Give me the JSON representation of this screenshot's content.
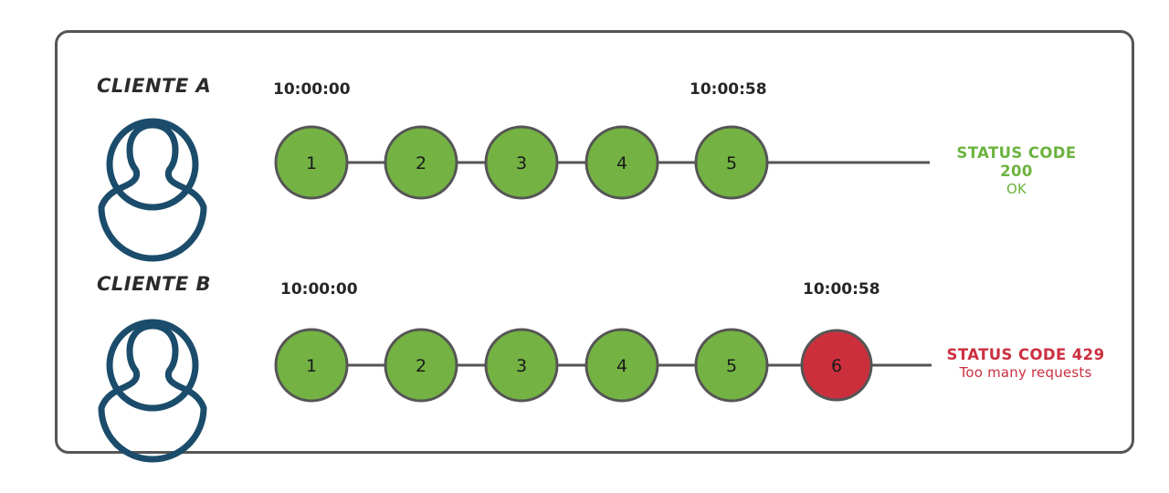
{
  "diagram": {
    "title_semantic": "rate-limit-429-timeline",
    "frame": {
      "border_color": "#555555"
    },
    "palette": {
      "node_ok_fill": "#74b343",
      "node_error_fill": "#cc2f3c",
      "node_stroke": "#555555",
      "connector": "#555555",
      "avatar": "#1b4c6b",
      "status_ok_text": "#6cb33f",
      "status_error_text": "#cc2f40",
      "label_text": "#2b2b2b"
    },
    "rows": [
      {
        "id": "client-a",
        "label": "CLIENTE A",
        "avatar_icon": "user-avatar-icon",
        "time_start": "10:00:00",
        "time_end": "10:00:58",
        "requests": [
          {
            "n": "1",
            "state": "ok"
          },
          {
            "n": "2",
            "state": "ok"
          },
          {
            "n": "3",
            "state": "ok"
          },
          {
            "n": "4",
            "state": "ok"
          },
          {
            "n": "5",
            "state": "ok"
          }
        ],
        "status": {
          "code": "STATUS CODE 200",
          "message": "OK",
          "state": "ok"
        }
      },
      {
        "id": "client-b",
        "label": "CLIENTE B",
        "avatar_icon": "user-avatar-icon",
        "time_start": "10:00:00",
        "time_end": "10:00:58",
        "requests": [
          {
            "n": "1",
            "state": "ok"
          },
          {
            "n": "2",
            "state": "ok"
          },
          {
            "n": "3",
            "state": "ok"
          },
          {
            "n": "4",
            "state": "ok"
          },
          {
            "n": "5",
            "state": "ok"
          },
          {
            "n": "6",
            "state": "error"
          }
        ],
        "status": {
          "code": "STATUS CODE 429",
          "message": "Too many requests",
          "state": "error"
        }
      }
    ]
  }
}
